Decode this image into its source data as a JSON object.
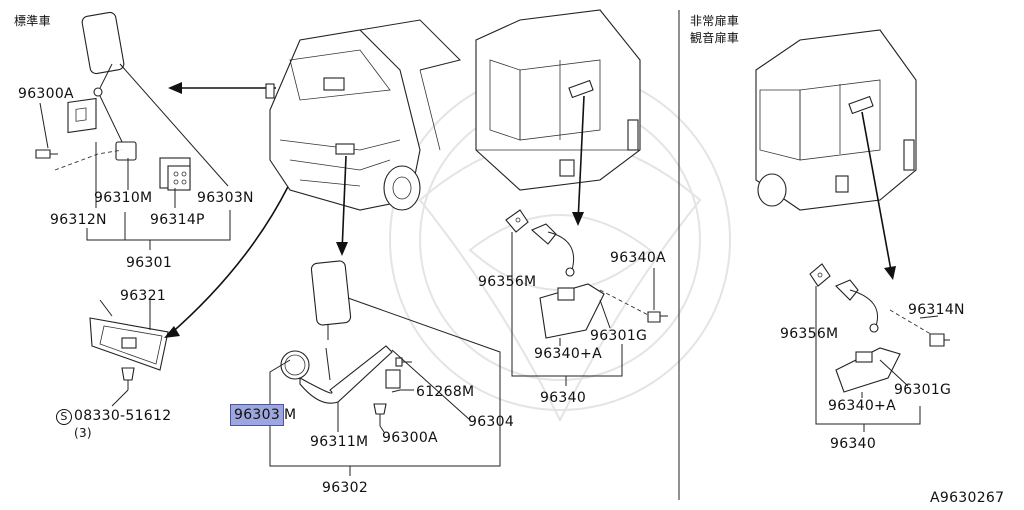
{
  "diagram_id": "A9630267",
  "sections": {
    "standard": "標準車",
    "emergency_line1": "非常扉車",
    "emergency_line2": "観音扉車"
  },
  "parts": {
    "p96300A_top": "96300A",
    "p96310M": "96310M",
    "p96303N": "96303N",
    "p96312N": "96312N",
    "p96314P": "96314P",
    "p96301": "96301",
    "p96321": "96321",
    "bolt_code": "08330-51612",
    "bolt_qty": "(3)",
    "p96303M_hl": "96303",
    "p96303M_suffix": "M",
    "p61268M": "61268M",
    "p96304": "96304",
    "p96311M": "96311M",
    "p96300A_mid": "96300A",
    "p96302": "96302",
    "p96356M_mid": "96356M",
    "p96340A": "96340A",
    "p96301G_mid": "96301G",
    "p96340A_plus_mid": "96340+A",
    "p96340_mid": "96340",
    "p96356M_right": "96356M",
    "p96314N": "96314N",
    "p96301G_right": "96301G",
    "p96340A_plus_right": "96340+A",
    "p96340_right": "96340"
  },
  "symbols": {
    "screw_circle": "S"
  },
  "colors": {
    "highlight": "#9da6dd",
    "line": "#222222"
  }
}
